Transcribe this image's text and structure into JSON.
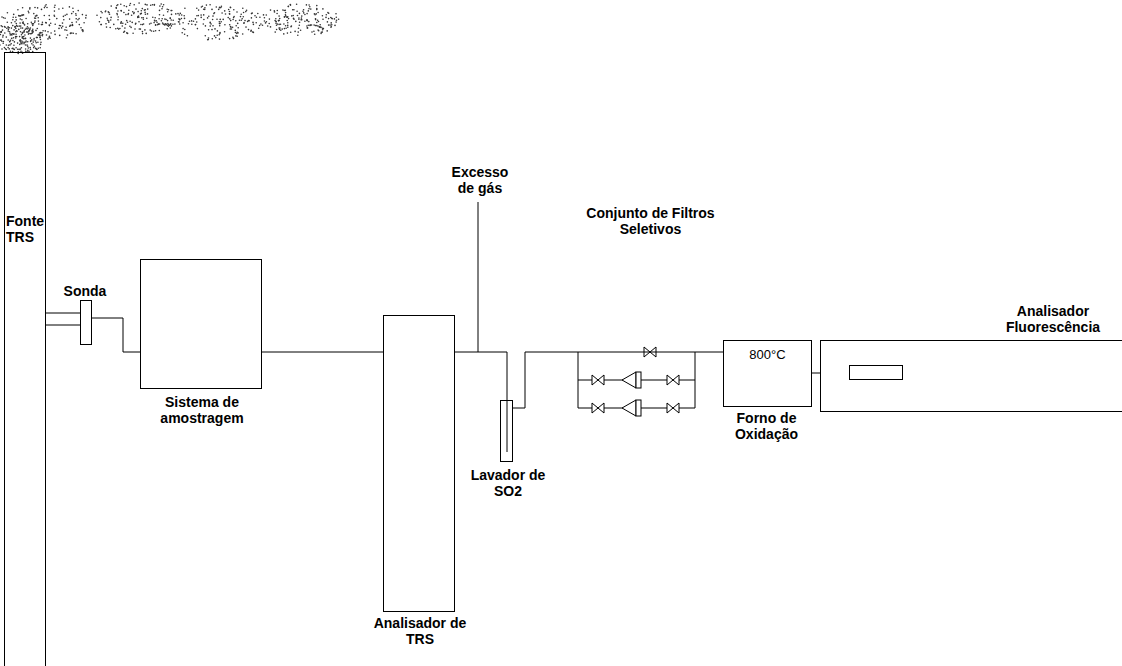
{
  "diagram": {
    "nodes": [
      {
        "text": [
          "Fonte TRS"
        ]
      },
      {
        "text": [
          "Sonda"
        ]
      },
      {
        "text": [
          "Sistema de amostragem"
        ]
      },
      {
        "text": [
          "Analisador de TRS"
        ]
      },
      {
        "text": [
          "Lavador de SO2"
        ]
      },
      {
        "text": [
          "800°C",
          "Forno de Oxidação"
        ]
      },
      {
        "text": [
          "Analisador Fluorescência"
        ]
      }
    ],
    "edges": [
      {
        "from": 0,
        "to": 1,
        "arrow": "none"
      },
      {
        "from": 1,
        "to": 2,
        "arrow": "none"
      },
      {
        "from": 2,
        "to": 3,
        "arrow": "none"
      },
      {
        "from": 3,
        "to": 4,
        "arrow": "none"
      },
      {
        "from": 4,
        "to": 5,
        "arrow": "none"
      },
      {
        "from": 5,
        "to": 6,
        "arrow": "none"
      }
    ],
    "labels": [
      "Excesso de gás",
      "Conjunto de Filtros Seletivos"
    ]
  }
}
